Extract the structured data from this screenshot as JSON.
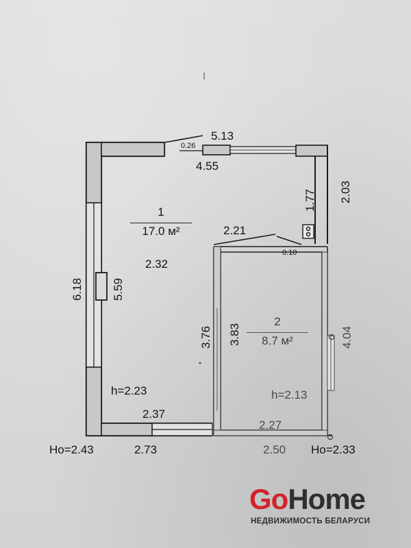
{
  "rooms": [
    {
      "number": "1",
      "area": "17.0 м²",
      "height": "h=2.23",
      "inner_height": "2.32"
    },
    {
      "number": "2",
      "area": "8.7 м²",
      "height": "h=2.13"
    }
  ],
  "dimensions": {
    "top_outer": "5.13",
    "top_inner": "4.55",
    "window_offset": "0.26",
    "left_outer": "6.18",
    "left_inner": "5.59",
    "right_top_outer": "2.03",
    "right_top_inner": "1.77",
    "partition_top": "2.21",
    "partition_offset": "0.10",
    "room2_left_outer": "3.76",
    "room2_left_inner": "3.83",
    "room2_right": "4.04",
    "room1_bottom_inner": "2.37",
    "room1_bottom_outer": "2.73",
    "room2_bottom_inner": "2.27",
    "room2_bottom_outer": "2.50"
  },
  "ceiling_heights": {
    "left": "Ho=2.43",
    "right": "Ho=2.33"
  },
  "brand": {
    "name_part1": "Go",
    "name_part2": "Home",
    "tagline": "НЕДВИЖИМОСТЬ БЕЛАРУСИ",
    "colors": {
      "red": "#d3232a",
      "dark": "#2f2f2f"
    }
  }
}
